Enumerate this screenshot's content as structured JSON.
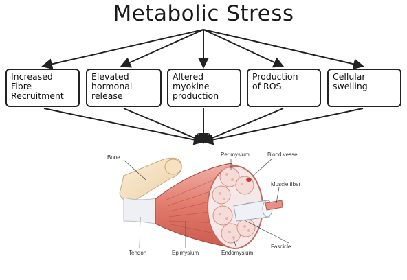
{
  "title": "Metabolic Stress",
  "boxes": [
    {
      "lines": [
        "Increased",
        "Fibre",
        "Recruitment"
      ]
    },
    {
      "lines": [
        "Elevated",
        "hormonal",
        "release"
      ]
    },
    {
      "lines": [
        "Altered",
        "myokine",
        "production"
      ]
    },
    {
      "lines": [
        "Production",
        "of ROS"
      ]
    },
    {
      "lines": [
        "Cellular",
        "swelling"
      ]
    }
  ],
  "anatomy_labels": {
    "bone": "Bone",
    "perimysium": "Perimysium",
    "blood_vessel": "Blood vessel",
    "muscle_fiber": "Muscle fiber",
    "fascicle": "Fascicle",
    "tendon": "Tendon",
    "epimysium": "Epimysium",
    "endomysium": "Endomysium"
  }
}
